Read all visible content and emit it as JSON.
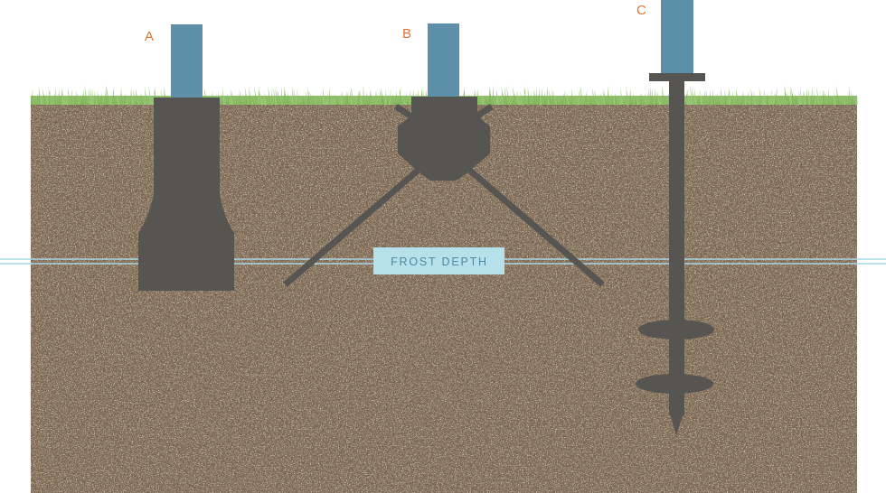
{
  "labels": {
    "a": "A",
    "b": "B",
    "c": "C",
    "frost": "FROST DEPTH"
  },
  "colors": {
    "background": "#ffffff",
    "soil": "#7a6650",
    "grass": "#8fbf6a",
    "post": "#5e8fa8",
    "footing": "#575552",
    "label_accent": "#e0742f",
    "frost_line": "#a9d6e3",
    "frost_box": "#b6e0ea",
    "frost_text": "#4d8ba3"
  }
}
